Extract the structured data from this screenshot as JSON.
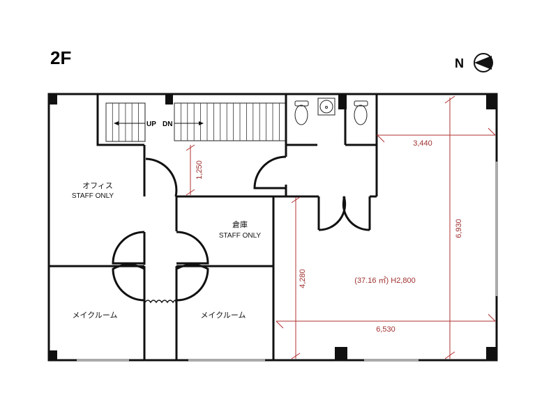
{
  "floor_label": "2F",
  "north_label": "N",
  "stairs": {
    "up": "UP",
    "down": "DN"
  },
  "rooms": {
    "office": {
      "name": "オフィス",
      "note": "STAFF ONLY"
    },
    "storage": {
      "name": "倉庫",
      "note": "STAFF ONLY"
    },
    "makeroom_left": {
      "name": "メイクルーム"
    },
    "makeroom_right": {
      "name": "メイクルーム"
    },
    "main_hall": {
      "area": "(37.16 ㎡)  H2,800"
    }
  },
  "dimensions": {
    "corridor": "1,250",
    "hall_upper_width": "3,440",
    "hall_depth": "6,930",
    "hall_left_depth": "4,280",
    "hall_width": "6,530"
  },
  "colors": {
    "wall": "#111111",
    "dimension": "#b03030",
    "window": "#aaaaaa"
  }
}
